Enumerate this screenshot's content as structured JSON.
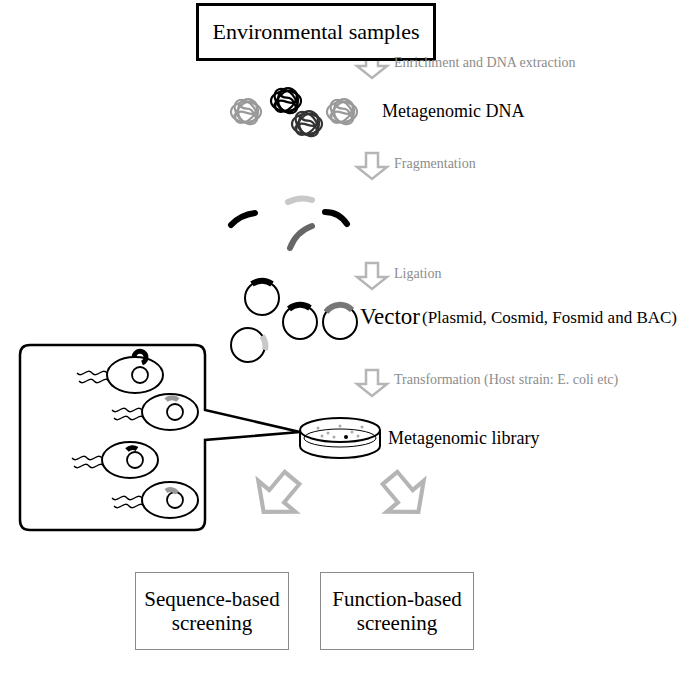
{
  "diagram": {
    "nodes": [
      {
        "text": [
          "Environmental samples"
        ]
      },
      {
        "text": [
          "Sequence-based screening"
        ]
      },
      {
        "text": [
          "Function-based screening"
        ]
      }
    ],
    "labels": [
      "Enrichment and DNA extraction",
      "Metagenomic DNA",
      "Fragmentation",
      "Ligation",
      "Vector",
      "(Plasmid, Cosmid, Fosmid and BAC)",
      "Transformation (Host strain: E. coli etc)",
      "Metagenomic library"
    ]
  }
}
